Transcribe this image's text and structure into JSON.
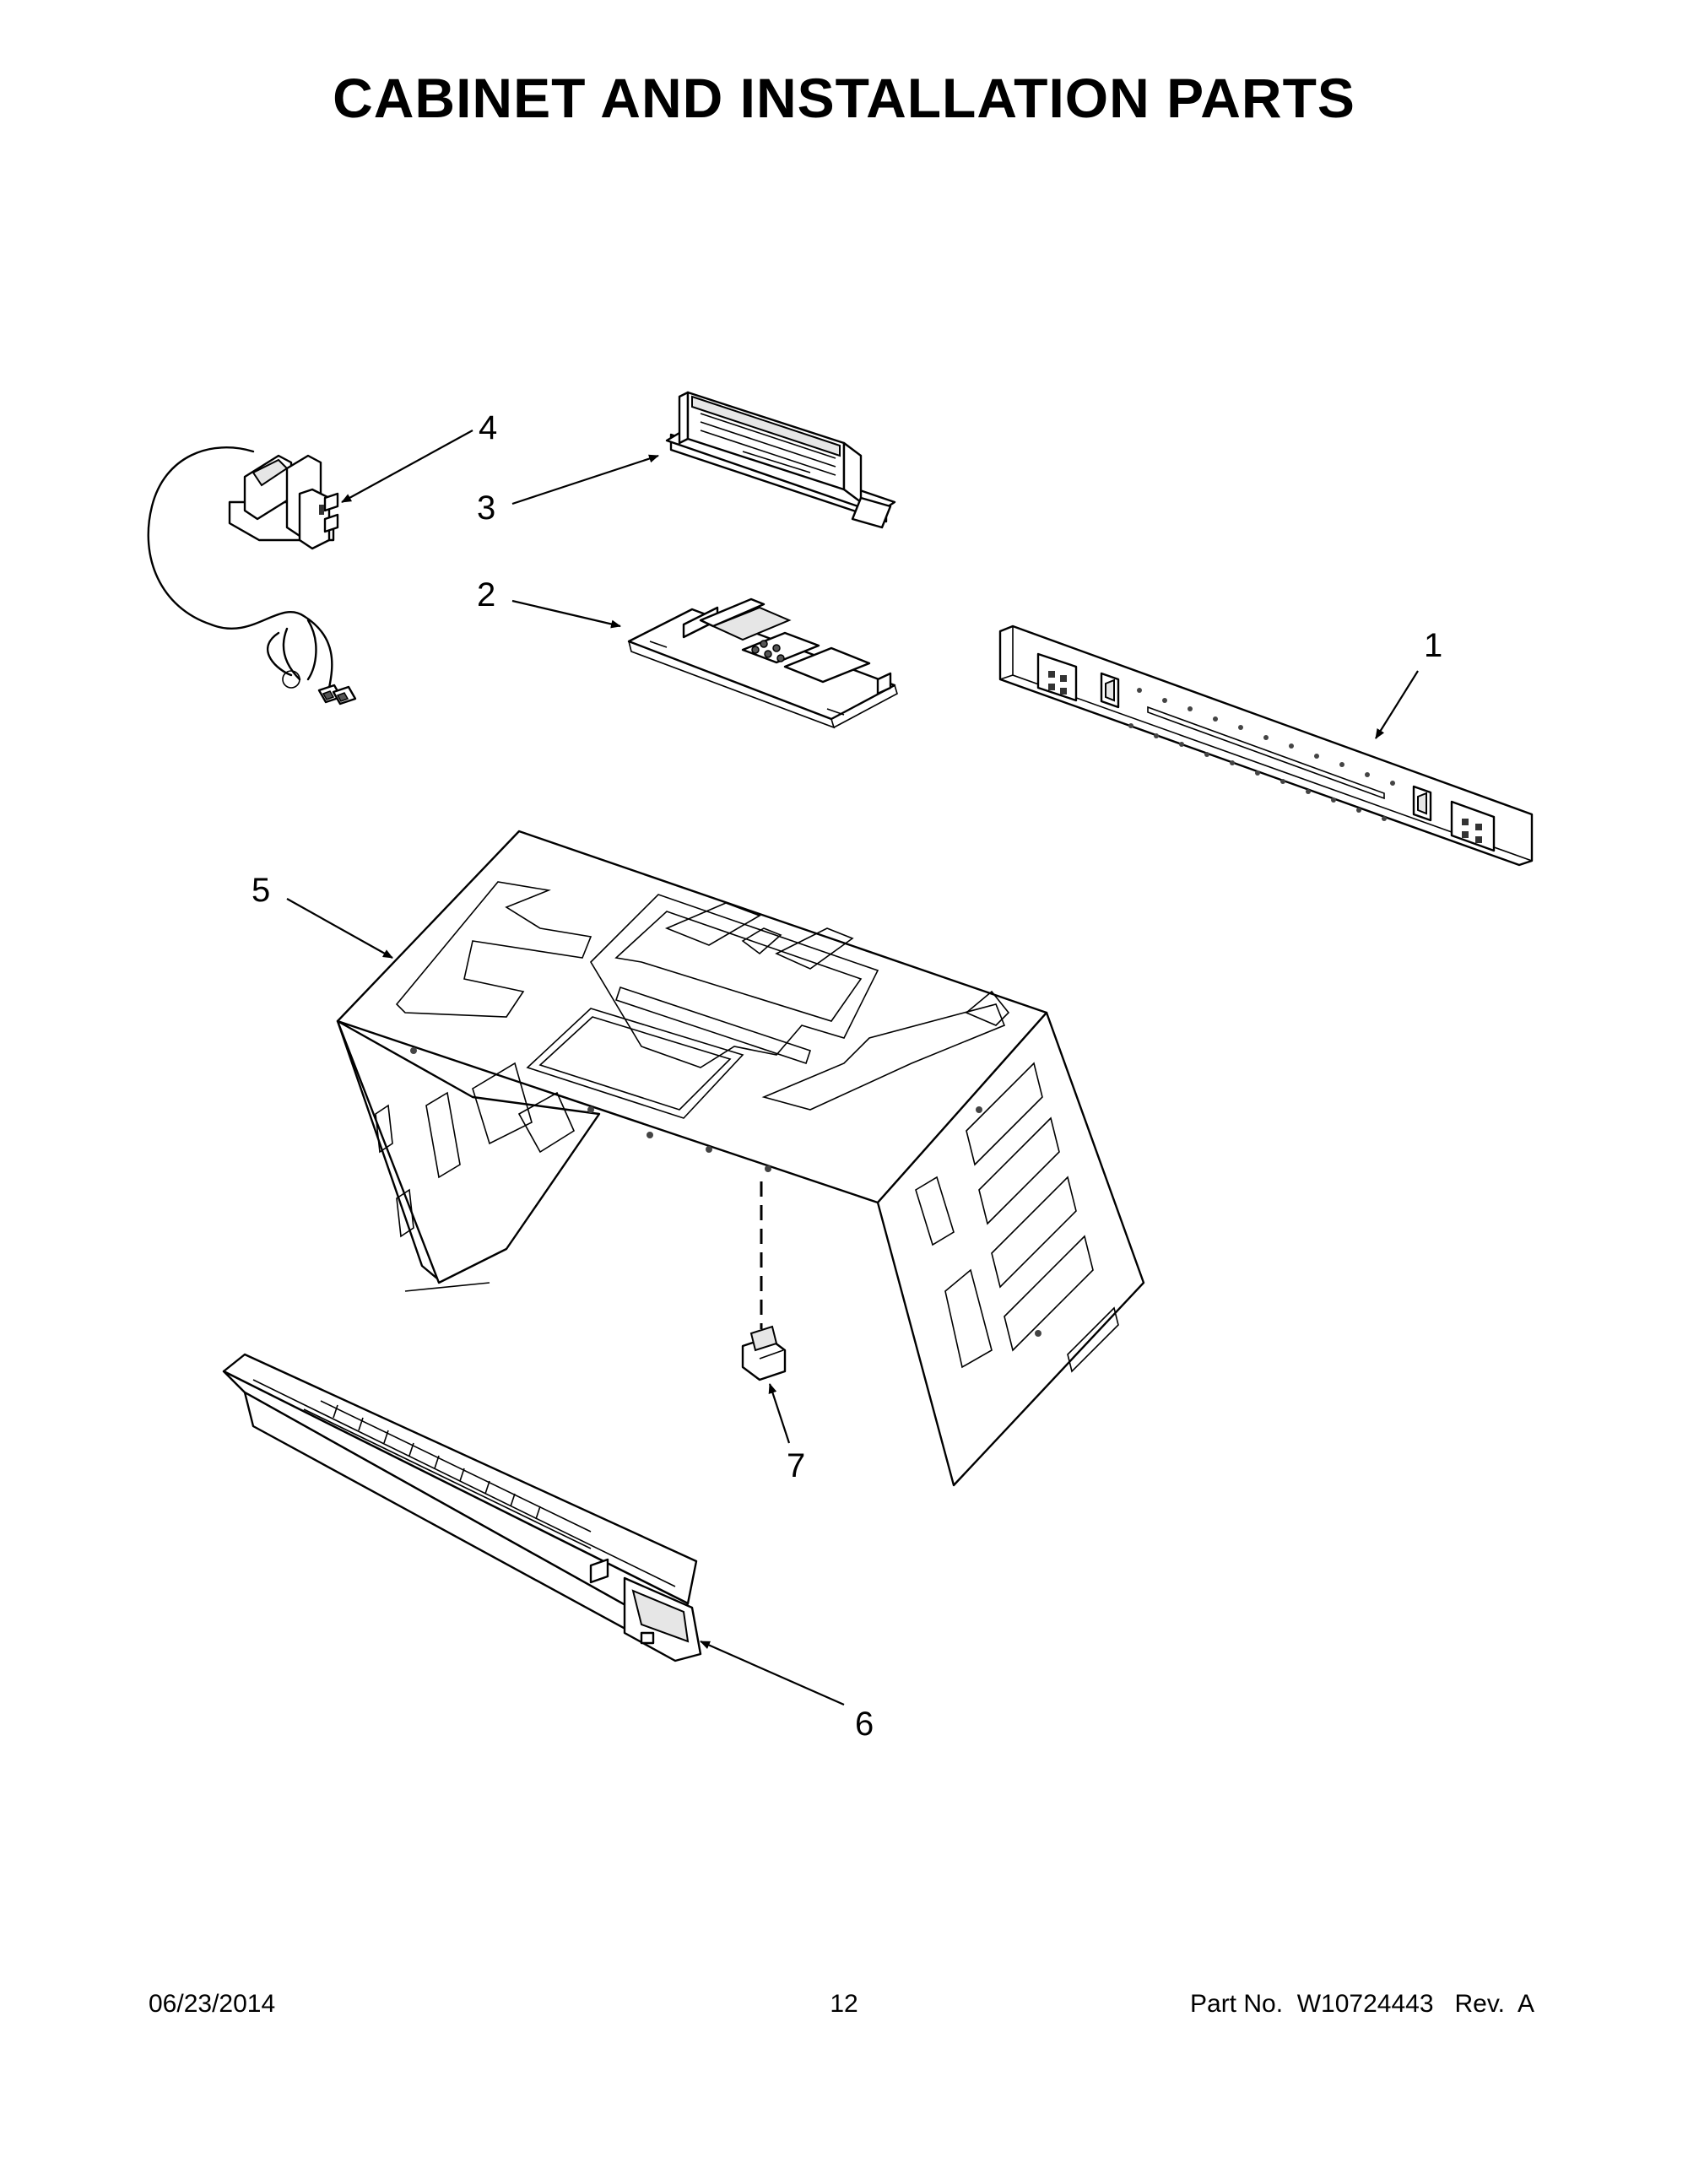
{
  "title": "CABINET AND INSTALLATION PARTS",
  "callouts": {
    "c1": "1",
    "c2": "2",
    "c3": "3",
    "c4": "4",
    "c5": "5",
    "c6": "6",
    "c7": "7"
  },
  "footer": {
    "date": "06/23/2014",
    "page": "12",
    "part": "Part No.  W10724443   Rev.  A"
  }
}
